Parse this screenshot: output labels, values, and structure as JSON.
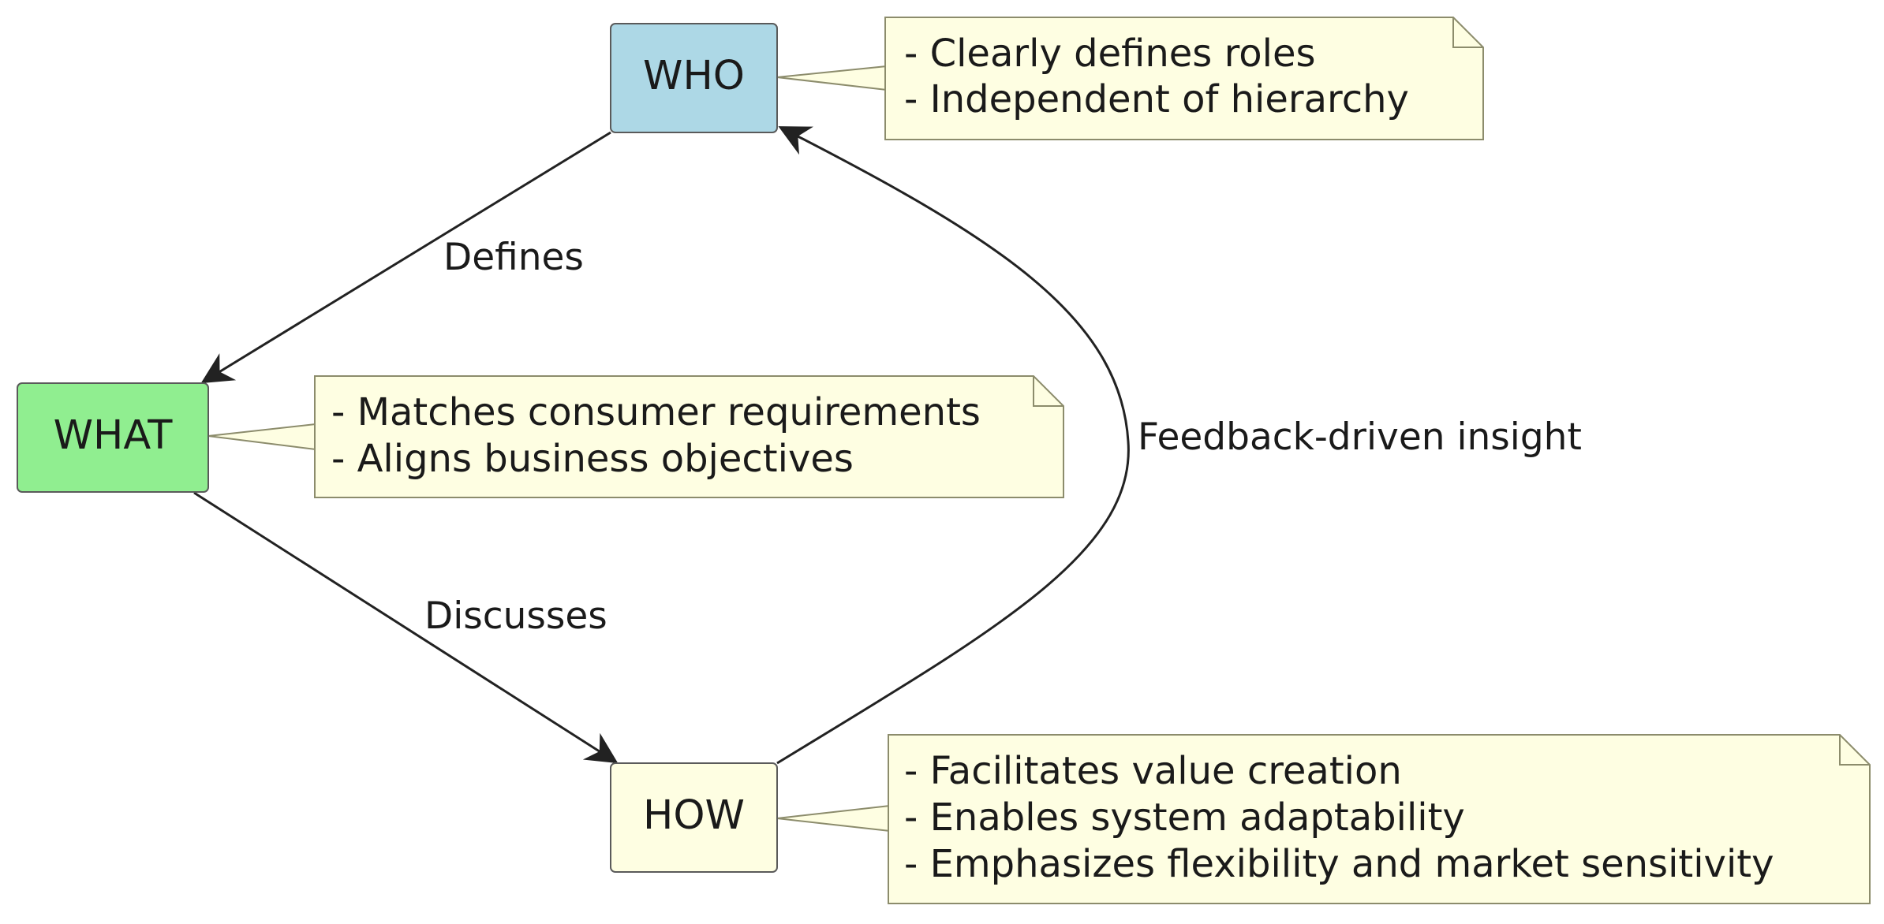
{
  "nodes": {
    "who": {
      "label": "WHO",
      "fill": "#add8e6"
    },
    "what": {
      "label": "WHAT",
      "fill": "#90ee90"
    },
    "how": {
      "label": "HOW",
      "fill": "#fefee2"
    }
  },
  "notes": {
    "who": {
      "lines": [
        "- Clearly defines roles",
        "- Independent of hierarchy"
      ]
    },
    "what": {
      "lines": [
        "- Matches consumer requirements",
        "- Aligns business objectives"
      ]
    },
    "how": {
      "lines": [
        "- Facilitates value creation",
        "- Enables system adaptability",
        "- Emphasizes flexibility and market sensitivity"
      ]
    }
  },
  "edges": {
    "defines": {
      "label": "Defines"
    },
    "discusses": {
      "label": "Discusses"
    },
    "feedback": {
      "label": "Feedback-driven insight"
    }
  },
  "colors": {
    "note_fill": "#fefee2",
    "note_stroke": "#8c8c6c",
    "node_stroke": "#5a5a5a",
    "edge": "#222222"
  }
}
